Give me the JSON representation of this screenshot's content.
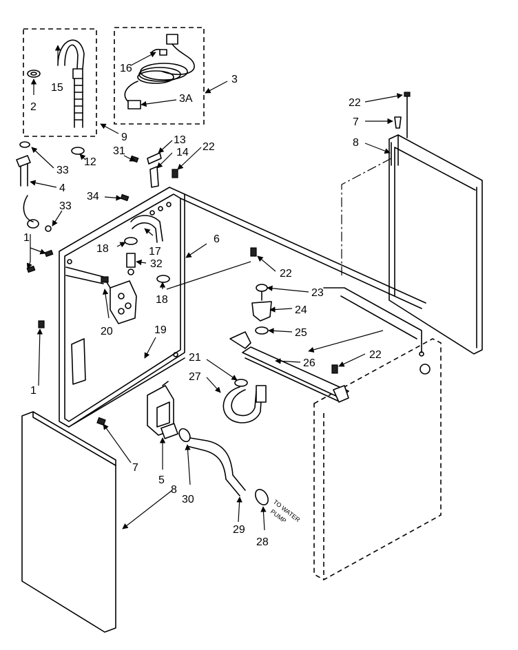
{
  "callouts": {
    "c15": "15",
    "c2": "2",
    "c9": "9",
    "c16": "16",
    "c3": "3",
    "c3a": "3A",
    "c33a": "33",
    "c12": "12",
    "c31": "31",
    "c13": "13",
    "c14": "14",
    "c22a": "22",
    "c4": "4",
    "c34": "34",
    "c33b": "33",
    "c1a": "1",
    "c18a": "18",
    "c17": "17",
    "c6": "6",
    "c32": "32",
    "c18b": "18",
    "c20": "20",
    "c19": "19",
    "c1b": "1",
    "c22b": "22",
    "c23": "23",
    "c24": "24",
    "c25": "25",
    "c26": "26",
    "c22c": "22",
    "c22d": "22",
    "c7a": "7",
    "c8a": "8",
    "c21": "21",
    "c27": "27",
    "c7b": "7",
    "c5": "5",
    "c8b": "8",
    "c30": "30",
    "c29": "29",
    "c28": "28"
  },
  "note": {
    "line1": "TO WATER",
    "line2": "PUMP"
  },
  "icons": [
    "arrow-leader",
    "dashed-callout-box"
  ]
}
